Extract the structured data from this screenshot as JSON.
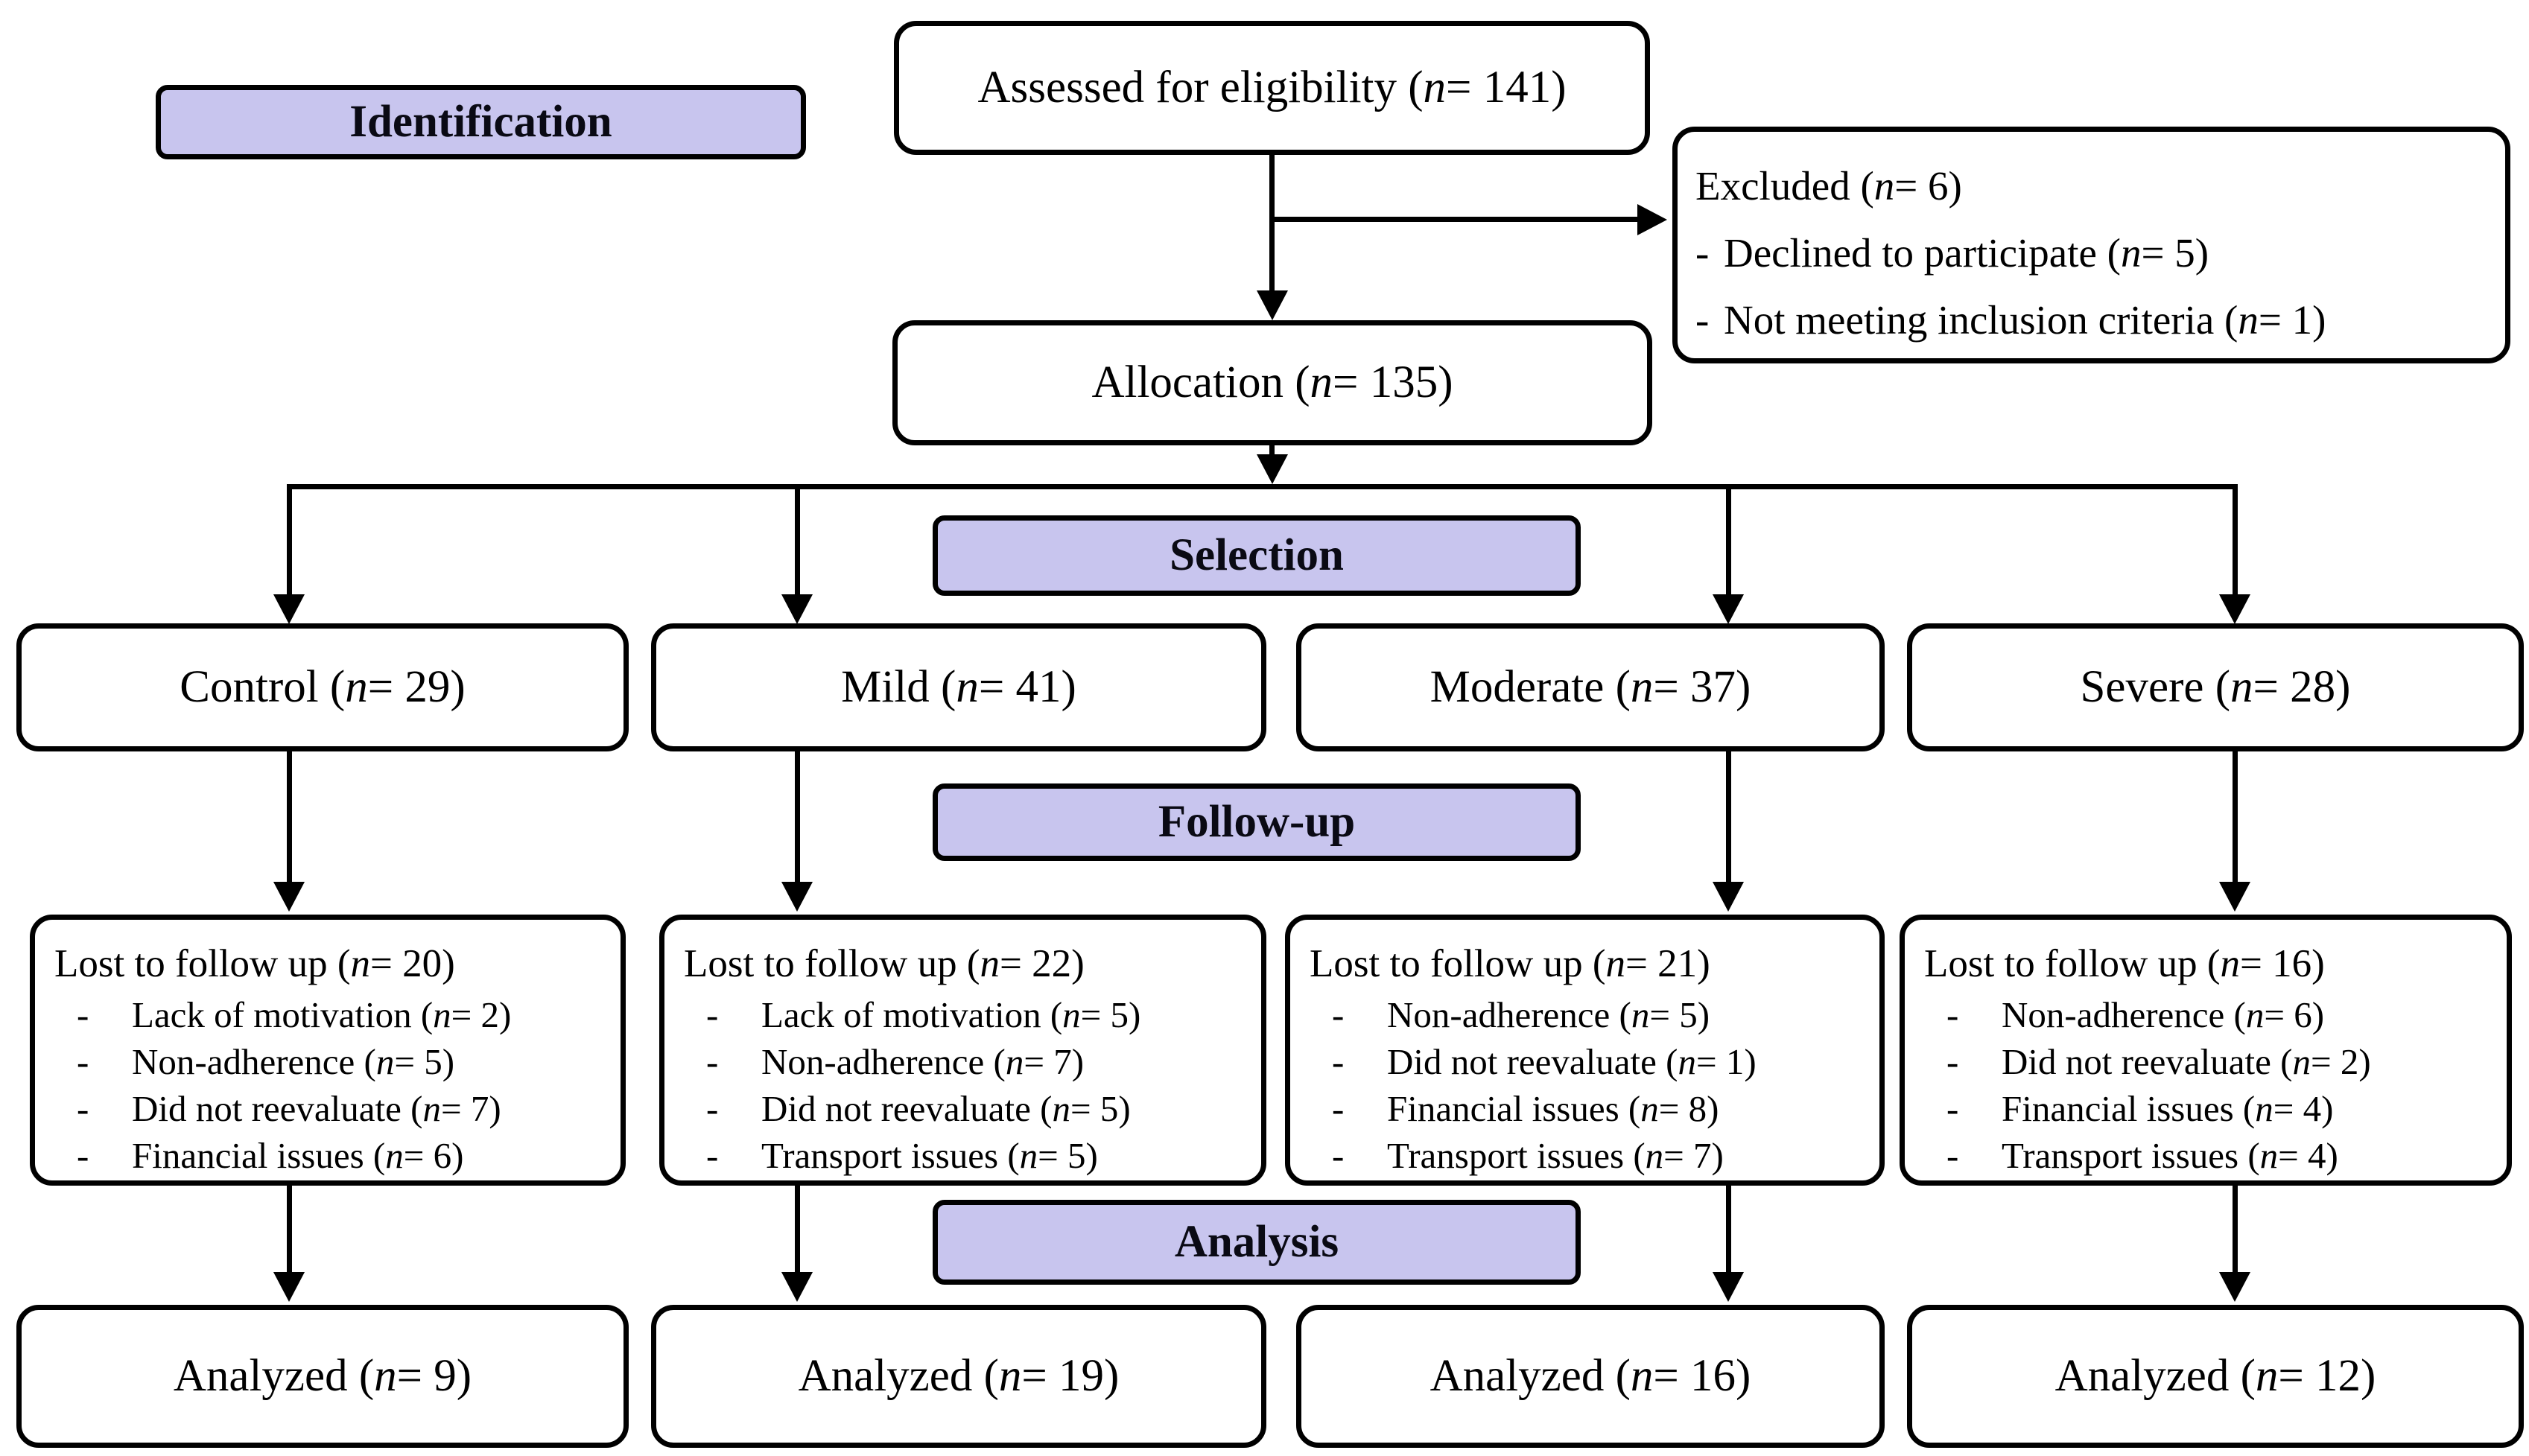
{
  "diagram": {
    "type": "flowchart",
    "marker": "-",
    "bands": [
      {
        "label": "Identification"
      },
      {
        "label": "Selection"
      },
      {
        "label": "Follow-up"
      },
      {
        "label": "Analysis"
      }
    ],
    "assessed": {
      "label": "Assessed for eligibility (n= 141)"
    },
    "excluded": {
      "title": "Excluded (n= 6)",
      "reasons": [
        "Declined to participate (n= 5)",
        "Not meeting inclusion criteria (n= 1)"
      ]
    },
    "allocation": {
      "label": "Allocation (n= 135)"
    },
    "groups": [
      {
        "label": "Control (n= 29)"
      },
      {
        "label": "Mild (n= 41)"
      },
      {
        "label": "Moderate (n= 37)"
      },
      {
        "label": "Severe (n= 28)"
      }
    ],
    "lost": [
      {
        "title": "Lost to follow up (n= 20)",
        "reasons": [
          "Lack of motivation (n= 2)",
          "Non-adherence (n= 5)",
          "Did not reevaluate (n= 7)",
          "Financial issues (n= 6)"
        ]
      },
      {
        "title": "Lost to follow up (n= 22)",
        "reasons": [
          "Lack of motivation (n= 5)",
          "Non-adherence (n= 7)",
          "Did not reevaluate (n= 5)",
          "Transport issues (n= 5)"
        ]
      },
      {
        "title": "Lost to follow up (n= 21)",
        "reasons": [
          "Non-adherence (n= 5)",
          "Did not reevaluate (n= 1)",
          "Financial issues (n= 8)",
          "Transport issues (n= 7)"
        ]
      },
      {
        "title": "Lost to follow up (n= 16)",
        "reasons": [
          "Non-adherence (n= 6)",
          "Did not reevaluate (n= 2)",
          "Financial issues (n= 4)",
          "Transport issues (n= 4)"
        ]
      }
    ],
    "analyzed": [
      {
        "label": "Analyzed (n= 9)"
      },
      {
        "label": "Analyzed (n= 19)"
      },
      {
        "label": "Analyzed (n= 16)"
      },
      {
        "label": "Analyzed (n= 12)"
      }
    ],
    "colors": {
      "band_fill": "#c8c5ee",
      "band_border": "#000000",
      "box_border": "#000000",
      "background": "#ffffff",
      "text": "#000000"
    }
  }
}
